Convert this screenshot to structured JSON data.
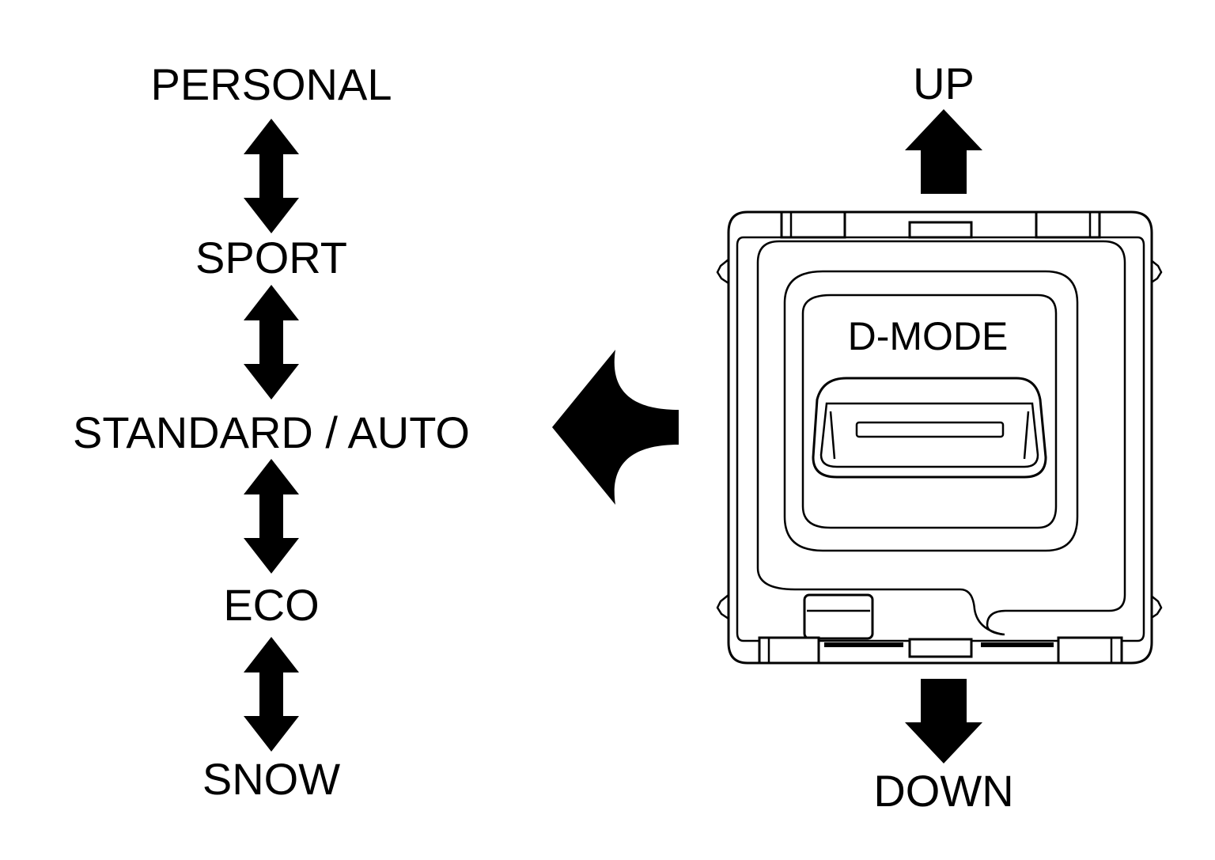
{
  "modes": {
    "items": [
      {
        "label": "PERSONAL"
      },
      {
        "label": "SPORT"
      },
      {
        "label": "STANDARD / AUTO"
      },
      {
        "label": "ECO"
      },
      {
        "label": "SNOW"
      }
    ]
  },
  "switch": {
    "label": "D-MODE",
    "up_label": "UP",
    "down_label": "DOWN"
  },
  "icons": {
    "mode_arrow": "double-headed-vertical-arrow-icon",
    "pointer": "left-pointing-curved-arrow-icon",
    "up": "up-arrow-icon",
    "down": "down-arrow-icon"
  }
}
